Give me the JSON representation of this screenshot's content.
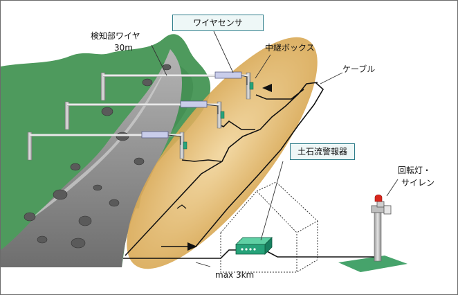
{
  "labels": {
    "wire_sensor": "ワイヤセンサ",
    "detection_wire": "検知部ワイヤ",
    "wire_length": "30m",
    "relay_box": "中継ボックス",
    "cable": "ケーブル",
    "alarm_unit": "土石流警報器",
    "beacon_line1": "回転灯・",
    "beacon_line2": "サイレン",
    "max_distance": "max 3km"
  },
  "colors": {
    "mountain": "#4e9a5d",
    "debris": "#8a8a8a",
    "zone": "#e2b86a",
    "sensor_box": "#c9cdea",
    "alarm_box": "#27a37a",
    "beacon_red": "#d9261c",
    "label_box_border": "#2e7d8a",
    "label_box_fill": "#eef7f7"
  }
}
